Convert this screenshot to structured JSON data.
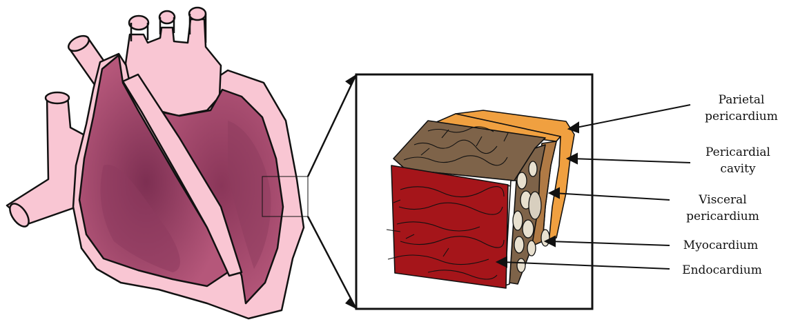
{
  "labels": {
    "parietal_pericardium": [
      "Parietal",
      "pericardium"
    ],
    "pericardial_cavity": [
      "Pericardial",
      "cavity"
    ],
    "visceral_pericardium": [
      "Visceral",
      "pericardium"
    ],
    "myocardium": [
      "Myocardium"
    ],
    "endocardium": [
      "Endocardium"
    ]
  },
  "colors": {
    "heart_outer": "#f9c6d3",
    "heart_inner": "#b5577a",
    "heart_shadow": "#8e3b5e",
    "parietal": "#f0a040",
    "visceral": "#8c6a4a",
    "myocardium_top": "#7e6349",
    "endocardium": "#a5151a",
    "outline": "#111111"
  }
}
